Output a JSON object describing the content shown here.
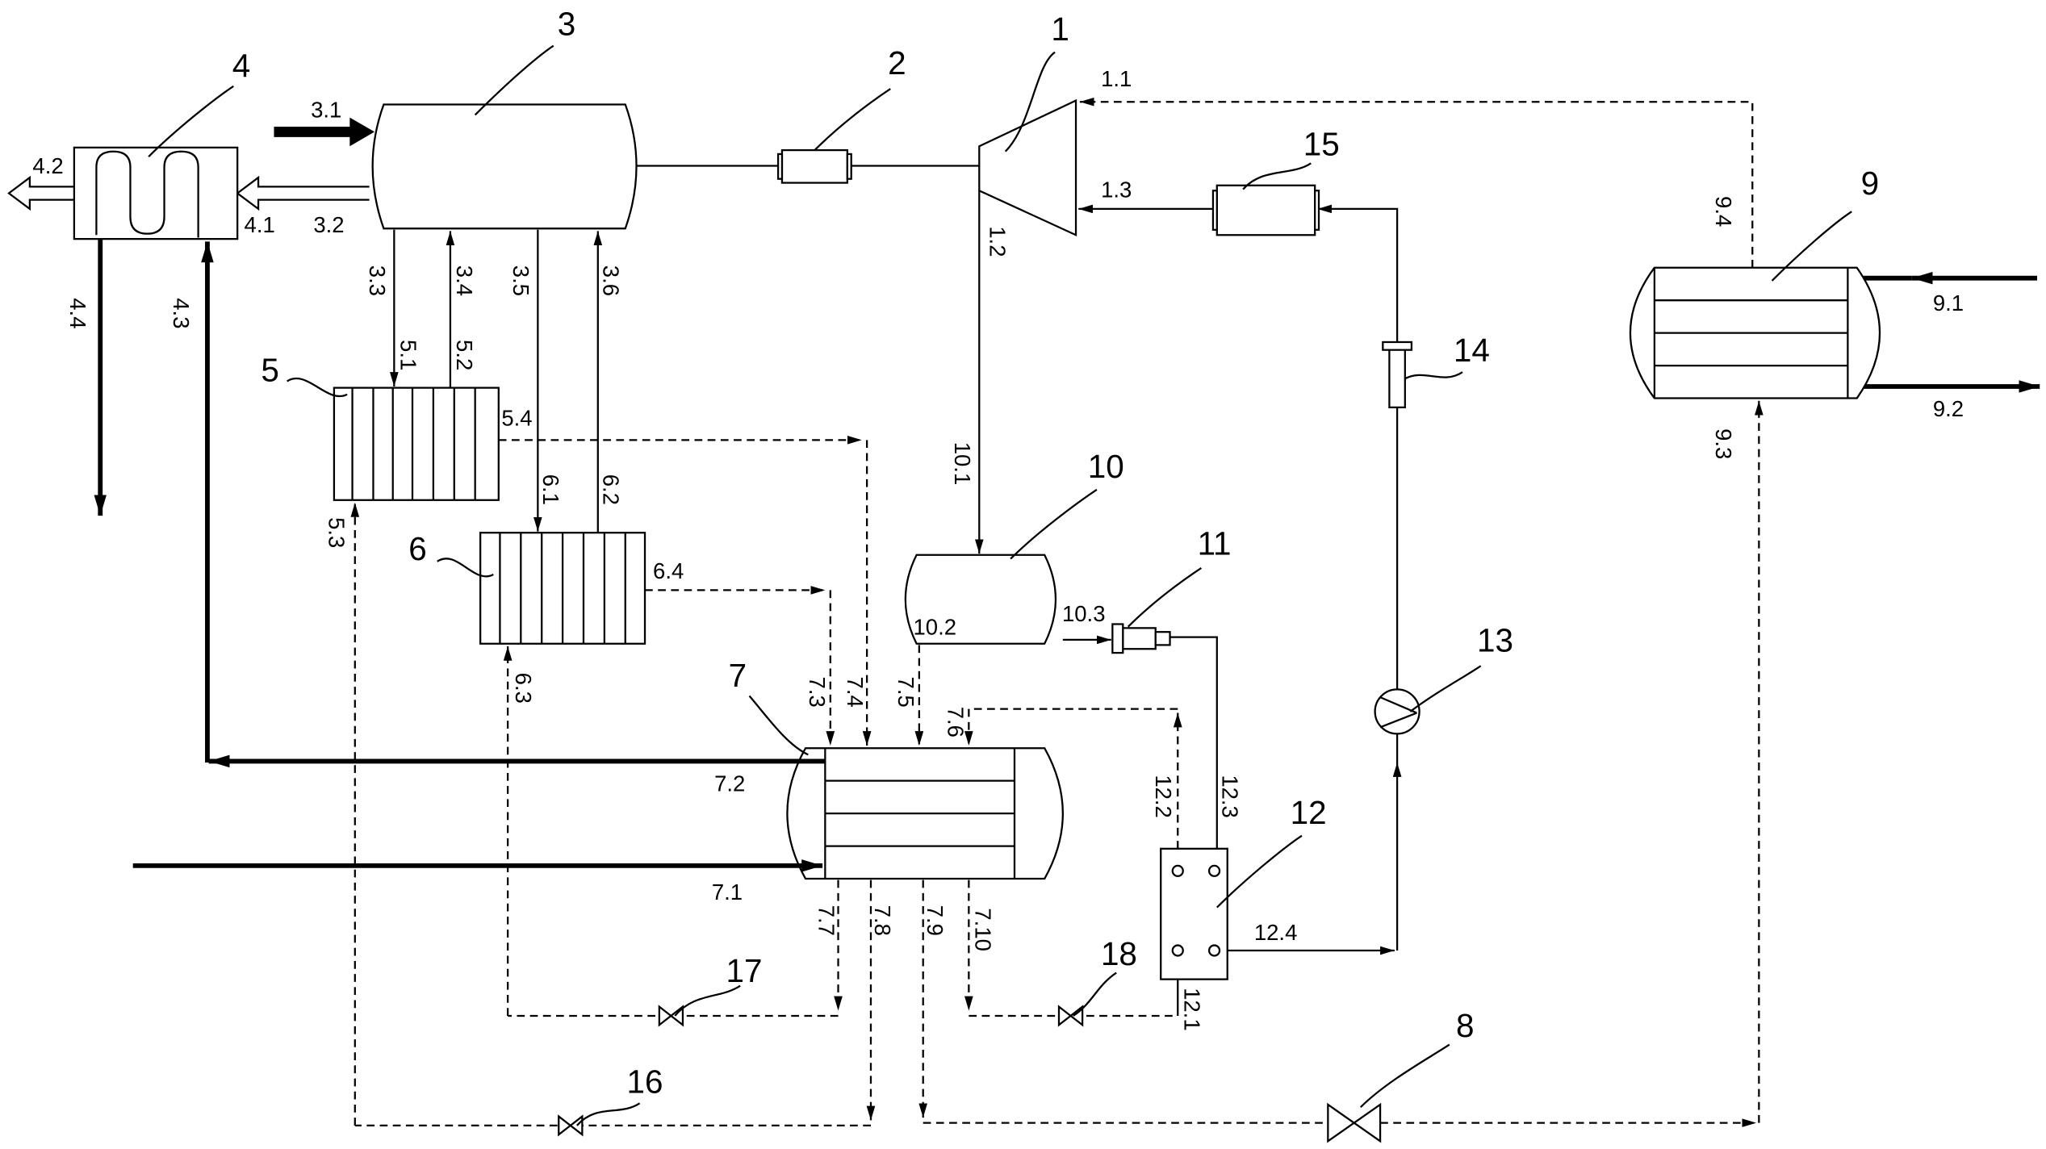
{
  "figure": {
    "components": [
      "1",
      "2",
      "3",
      "4",
      "5",
      "6",
      "7",
      "8",
      "9",
      "10",
      "11",
      "12",
      "13",
      "14",
      "15",
      "16",
      "17",
      "18"
    ],
    "streams": {
      "s1_1": "1.1",
      "s1_2": "1.2",
      "s1_3": "1.3",
      "s3_1": "3.1",
      "s3_2": "3.2",
      "s3_3": "3.3",
      "s3_4": "3.4",
      "s3_5": "3.5",
      "s3_6": "3.6",
      "s4_1": "4.1",
      "s4_2": "4.2",
      "s4_3": "4.3",
      "s4_4": "4.4",
      "s5_1": "5.1",
      "s5_2": "5.2",
      "s5_3": "5.3",
      "s5_4": "5.4",
      "s6_1": "6.1",
      "s6_2": "6.2",
      "s6_3": "6.3",
      "s6_4": "6.4",
      "s7_1": "7.1",
      "s7_2": "7.2",
      "s7_3": "7.3",
      "s7_4": "7.4",
      "s7_5": "7.5",
      "s7_6": "7.6",
      "s7_7": "7.7",
      "s7_8": "7.8",
      "s7_9": "7.9",
      "s7_10": "7.10",
      "s9_1": "9.1",
      "s9_2": "9.2",
      "s9_3": "9.3",
      "s9_4": "9.4",
      "s10_1": "10.1",
      "s10_2": "10.2",
      "s10_3": "10.3",
      "s12_1": "12.1",
      "s12_2": "12.2",
      "s12_3": "12.3",
      "s12_4": "12.4"
    }
  },
  "colors": {
    "ink": "#000000",
    "background": "#ffffff"
  }
}
